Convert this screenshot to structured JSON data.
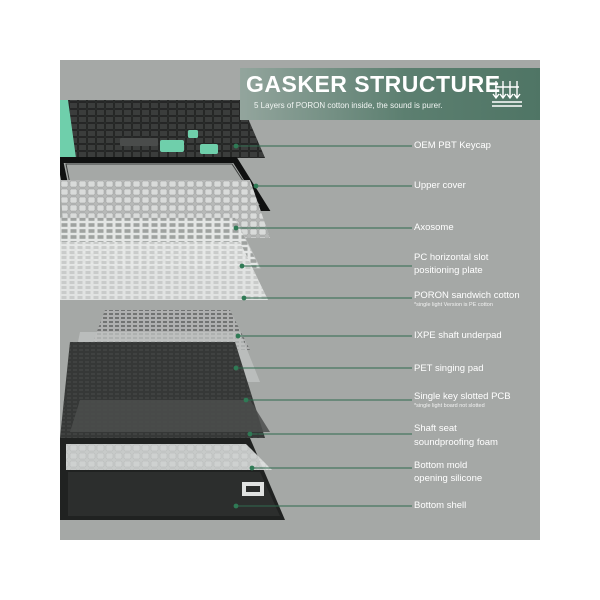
{
  "header": {
    "title": "GASKER STRUCTURE",
    "subtitle": "5 Layers of PORON cotton inside, the sound is purer.",
    "icon": "sound-dampening-icon"
  },
  "layers": [
    {
      "label": "OEM PBT Keycap"
    },
    {
      "label": "Upper cover"
    },
    {
      "label": "Axosome"
    },
    {
      "label_line1": "PC horizontal slot",
      "label_line2": "positioning plate"
    },
    {
      "label": "PORON sandwich cotton",
      "note": "*single light Version is PE cotton"
    },
    {
      "label": "IXPE shaft underpad"
    },
    {
      "label": "PET singing pad"
    },
    {
      "label": "Single key slotted PCB",
      "note": "*single light board not slotted"
    },
    {
      "label_line1": "Shaft seat",
      "label_line2": "soundproofing foam"
    },
    {
      "label_line1": "Bottom mold",
      "label_line2": "opening silicone"
    },
    {
      "label": "Bottom shell"
    }
  ],
  "colors": {
    "panel": "#a5a8a6",
    "banner": "#5c7f70",
    "accent_mint": "#6fcfab",
    "leader_green": "#2f6a4e",
    "dot": "#2f7a55"
  }
}
